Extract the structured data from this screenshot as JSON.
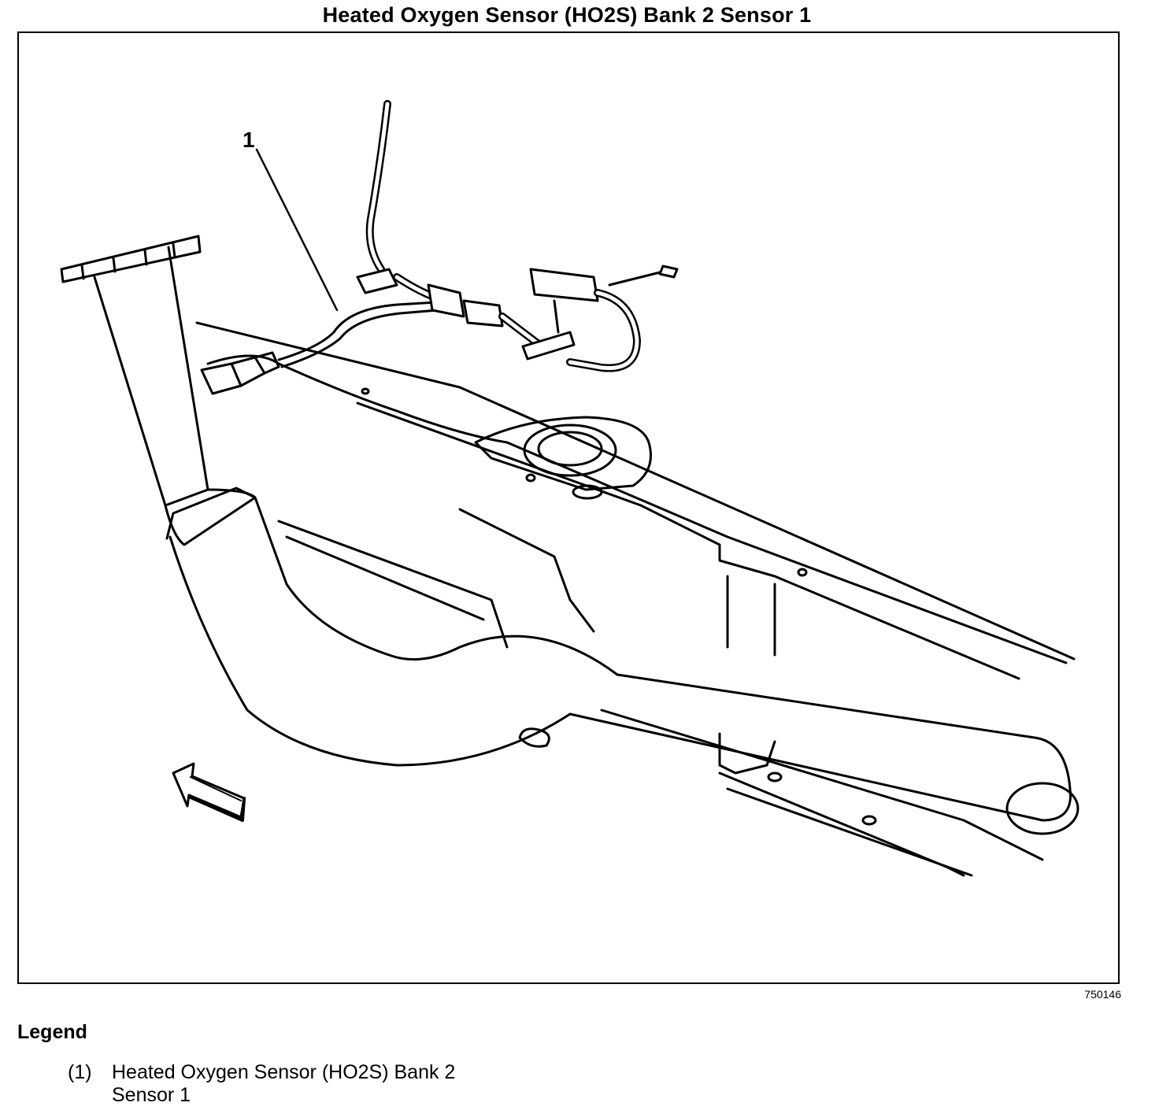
{
  "title": "Heated Oxygen Sensor (HO2S) Bank 2 Sensor 1",
  "figure_id": "750146",
  "callouts": [
    {
      "label": "1"
    }
  ],
  "legend": {
    "heading": "Legend",
    "items": [
      {
        "number": "(1)",
        "text": "Heated Oxygen Sensor (HO2S) Bank 2 Sensor 1"
      }
    ]
  }
}
